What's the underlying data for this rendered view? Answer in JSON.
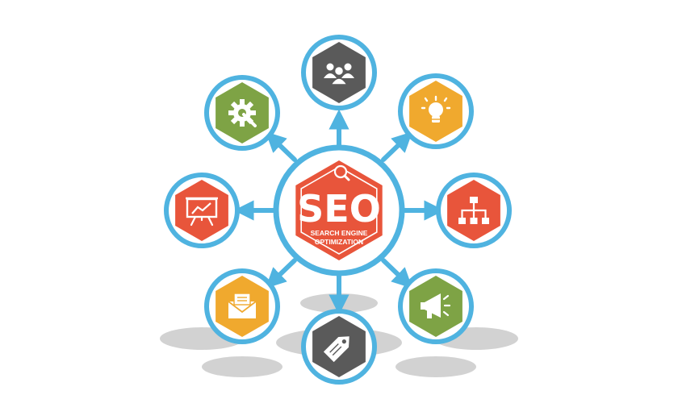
{
  "center": {
    "title": "SEO",
    "subtitle_line1": "SEARCH ENGINE",
    "subtitle_line2": "OPTIMIZATION",
    "color": "#e8553b",
    "icon": "magnifier-icon"
  },
  "ring_color": "#4fb3e0",
  "shadow_color": "#d2d2d2",
  "nodes": [
    {
      "name": "team",
      "icon": "people-group-icon",
      "color": "#5a5a5a"
    },
    {
      "name": "ideas",
      "icon": "lightbulb-icon",
      "color": "#f0a92e"
    },
    {
      "name": "sitemap",
      "icon": "hierarchy-icon",
      "color": "#e8553b"
    },
    {
      "name": "promotion",
      "icon": "megaphone-icon",
      "color": "#7ea345"
    },
    {
      "name": "tagging",
      "icon": "price-tag-icon",
      "color": "#5a5a5a"
    },
    {
      "name": "email",
      "icon": "envelope-icon",
      "color": "#f0a92e"
    },
    {
      "name": "analytics",
      "icon": "presentation-chart-icon",
      "color": "#e8553b"
    },
    {
      "name": "settings",
      "icon": "gear-wrench-icon",
      "color": "#7ea345"
    }
  ]
}
